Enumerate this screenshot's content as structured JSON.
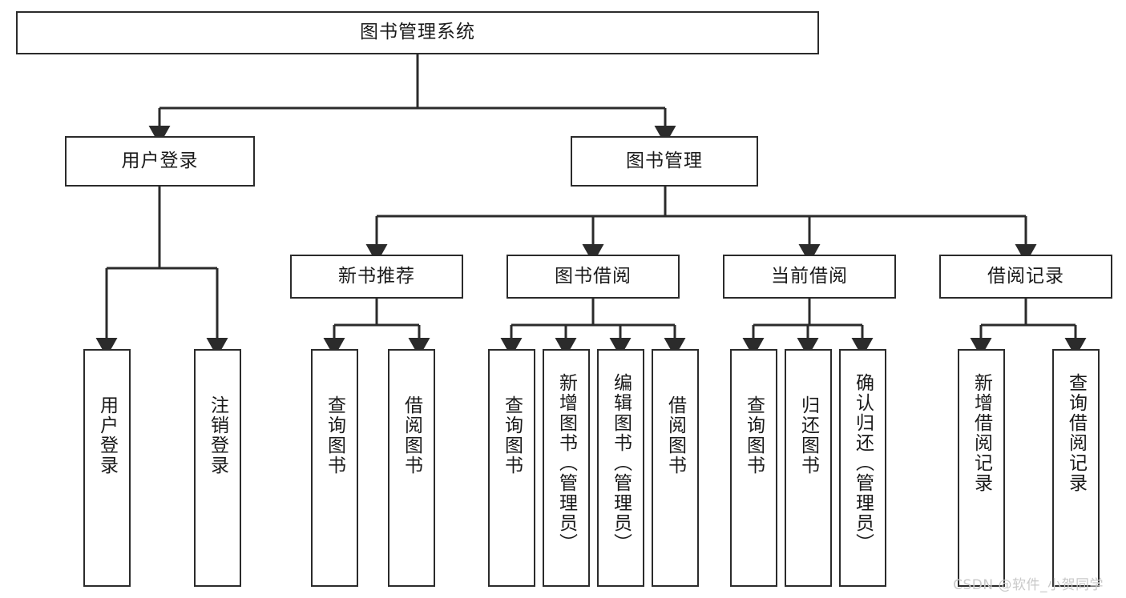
{
  "diagram": {
    "type": "tree",
    "title": "图书管理系统",
    "watermark": "CSDN @软件_小贺同学",
    "colors": {
      "stroke": "#2b2b2b",
      "background": "#ffffff",
      "text": "#1a1a1a",
      "watermark": "#c9c9c9"
    },
    "root": {
      "label": "图书管理系统"
    },
    "level2": [
      {
        "label": "用户登录"
      },
      {
        "label": "图书管理"
      }
    ],
    "level3": [
      {
        "label": "新书推荐"
      },
      {
        "label": "图书借阅"
      },
      {
        "label": "当前借阅"
      },
      {
        "label": "借阅记录"
      }
    ],
    "leaves": {
      "user_login": [
        {
          "label": "用户登录"
        },
        {
          "label": "注销登录"
        }
      ],
      "new_book": [
        {
          "label": "查询图书"
        },
        {
          "label": "借阅图书"
        }
      ],
      "book_borrow": [
        {
          "label": "查询图书"
        },
        {
          "label": "新增图书（管理员）"
        },
        {
          "label": "编辑图书（管理员）"
        },
        {
          "label": "借阅图书"
        }
      ],
      "current_borrow": [
        {
          "label": "查询图书"
        },
        {
          "label": "归还图书"
        },
        {
          "label": "确认归还（管理员）"
        }
      ],
      "borrow_record": [
        {
          "label": "新增借阅记录"
        },
        {
          "label": "查询借阅记录"
        }
      ]
    }
  }
}
